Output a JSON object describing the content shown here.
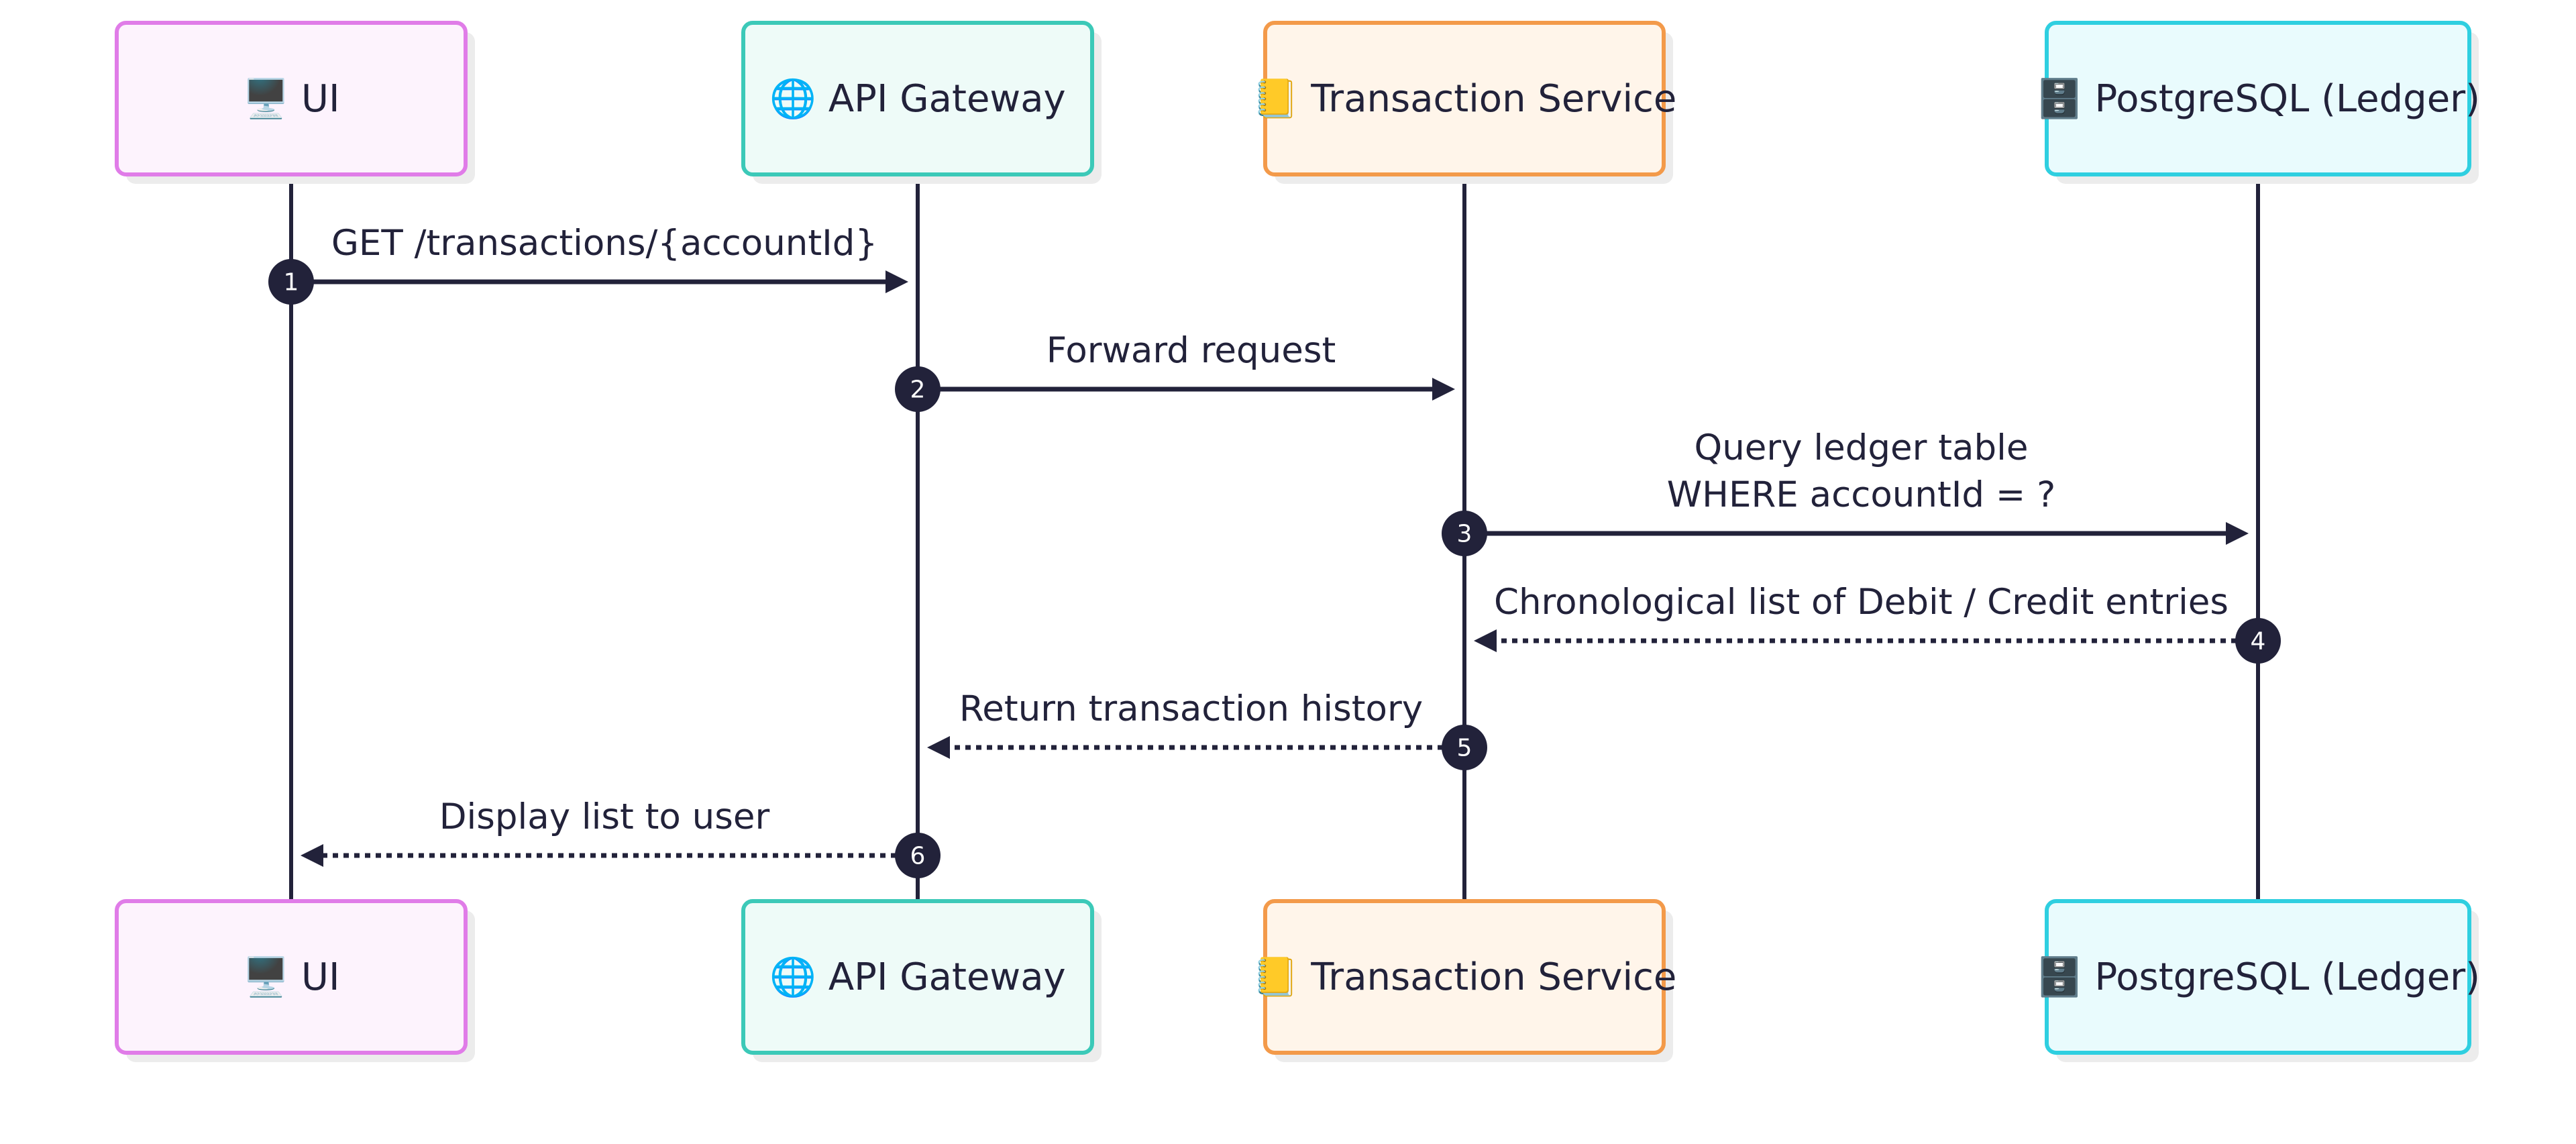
{
  "participants": [
    {
      "id": "ui",
      "icon": "🖥️",
      "label": "UI",
      "stroke": "#e07ce8",
      "fill": "#fdf3fd"
    },
    {
      "id": "gateway",
      "icon": "🌐",
      "label": "API Gateway",
      "stroke": "#3cc9b8",
      "fill": "#eefbf8"
    },
    {
      "id": "service",
      "icon": "📒",
      "label": "Transaction Service",
      "stroke": "#f39a4a",
      "fill": "#fff5ea"
    },
    {
      "id": "db",
      "icon": "🗄️",
      "label": "PostgreSQL (Ledger)",
      "stroke": "#2fcfe0",
      "fill": "#e9fbfd"
    }
  ],
  "messages": [
    {
      "number": "1",
      "from": "ui",
      "to": "gateway",
      "lines": [
        "GET /transactions/{accountId}"
      ],
      "style": "solid"
    },
    {
      "number": "2",
      "from": "gateway",
      "to": "service",
      "lines": [
        "Forward request"
      ],
      "style": "solid"
    },
    {
      "number": "3",
      "from": "service",
      "to": "db",
      "lines": [
        "Query ledger table",
        "WHERE accountId = ?"
      ],
      "style": "solid"
    },
    {
      "number": "4",
      "from": "db",
      "to": "service",
      "lines": [
        "Chronological list of Debit / Credit entries"
      ],
      "style": "dotted"
    },
    {
      "number": "5",
      "from": "service",
      "to": "gateway",
      "lines": [
        "Return transaction history"
      ],
      "style": "dotted"
    },
    {
      "number": "6",
      "from": "gateway",
      "to": "ui",
      "lines": [
        "Display list to user"
      ],
      "style": "dotted"
    }
  ]
}
